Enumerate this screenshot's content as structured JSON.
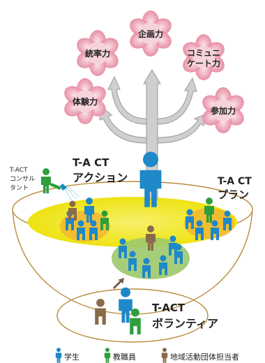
{
  "flowers": {
    "planning": "企画力",
    "leadership": "統率力",
    "communication_line1": "コミュニ",
    "communication_line2": "ケート力",
    "experience": "体験力",
    "participation": "参加力"
  },
  "sections": {
    "action_line1": "T-A CT",
    "action_line2": "アクション",
    "plan_line1": "T-A CT",
    "plan_line2": "プラン",
    "volunteer_line1": "T-ACT",
    "volunteer_line2": "ボランティア"
  },
  "consultant": {
    "line1": "T-ACT",
    "line2": "コンサル",
    "line3": "タント"
  },
  "legend": {
    "student": "学生",
    "staff": "教職員",
    "community": "地域活動団体担当者"
  },
  "colors": {
    "student": "#1e88c8",
    "staff": "#2e9e3c",
    "community": "#8a6a48",
    "flower": "#e88aa0",
    "bowl_fill": "#f2ea2c",
    "arrow": "#c8c8c8"
  }
}
